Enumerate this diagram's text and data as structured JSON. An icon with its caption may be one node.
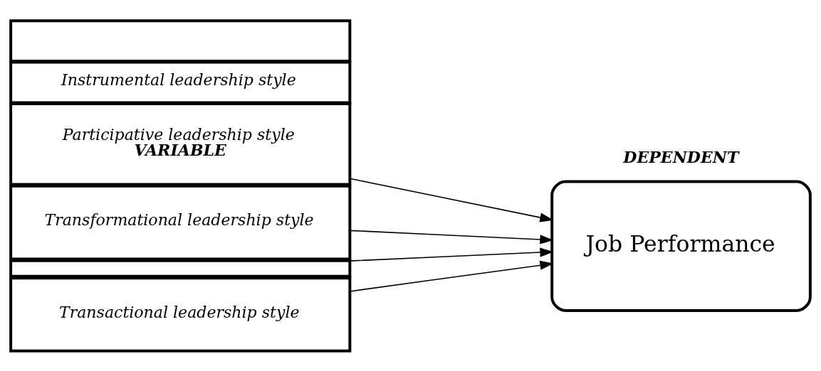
{
  "diagram": {
    "nodes": [
      {
        "text": [
          "Participative leadership style",
          "VARIABLE"
        ]
      },
      {
        "text": [
          "Transformational leadership style"
        ]
      },
      {
        "text": [
          "Instrumental leadership style"
        ]
      },
      {
        "text": [],
        "shape": "box"
      },
      {
        "text": [],
        "shape": "box"
      },
      {
        "text": [
          "Transactional leadership style"
        ]
      },
      {
        "text": [
          "Job Performance"
        ]
      }
    ],
    "edges": [
      {
        "from": 0,
        "to": 6,
        "arrow": "to"
      },
      {
        "from": 1,
        "to": 6,
        "arrow": "to"
      },
      {
        "from": 4,
        "to": 6,
        "arrow": "to"
      },
      {
        "from": 5,
        "to": 6,
        "arrow": "to"
      }
    ],
    "labels": [
      "DEPENDENT"
    ]
  }
}
